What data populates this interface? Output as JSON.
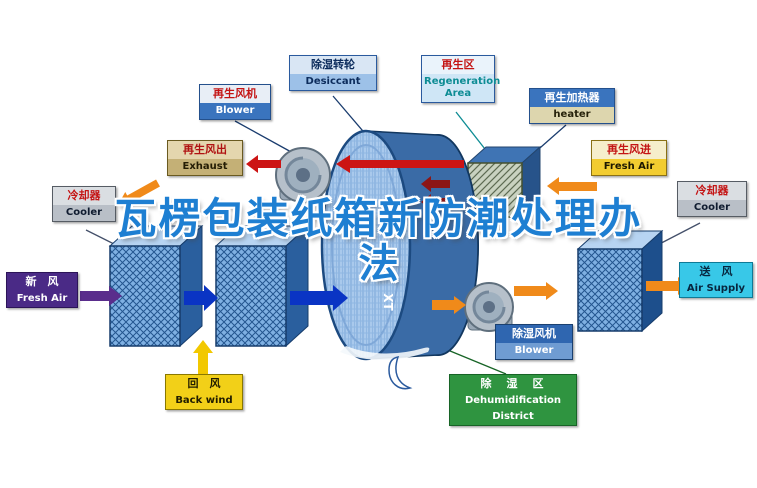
{
  "title": {
    "line1": "瓦楞包装纸箱新防潮处理办",
    "line2": "法"
  },
  "wheel": {
    "mark": "XT"
  },
  "nodes": {
    "desiccant": {
      "zh": "除湿转轮",
      "en": "Desiccant"
    },
    "regeneration_area": {
      "zh": "再生区",
      "en": "Regeneration Area"
    },
    "regen_blower": {
      "zh": "再生风机",
      "en": "Blower"
    },
    "regen_heater": {
      "zh": "再生加热器",
      "en": "heater"
    },
    "exhaust": {
      "zh": "再生风出",
      "en": "Exhaust"
    },
    "regen_fresh_air": {
      "zh": "再生风进",
      "en": "Fresh Air"
    },
    "cooler_left": {
      "zh": "冷却器",
      "en": "Cooler"
    },
    "cooler_right": {
      "zh": "冷却器",
      "en": "Cooler"
    },
    "fresh_air": {
      "zh": "新　风",
      "en": "Fresh Air"
    },
    "air_supply": {
      "zh": "送　风",
      "en": "Air Supply"
    },
    "back_wind": {
      "zh": "回　风",
      "en": "Back wind"
    },
    "dehumid_blower": {
      "zh": "除湿风机",
      "en": "Blower"
    },
    "dehumid_district": {
      "zh": "除　湿　区",
      "en_line1": "Dehumidification",
      "en_line2": "District"
    }
  },
  "colors": {
    "title_blue": "#1e7fd2",
    "arrow_red": "#cc1414",
    "arrow_maroon": "#8c1616",
    "arrow_orange": "#f08a1a",
    "arrow_yellow": "#f2c800",
    "arrow_blue": "#0a34c4",
    "arrow_purple": "#5a2d8c"
  }
}
